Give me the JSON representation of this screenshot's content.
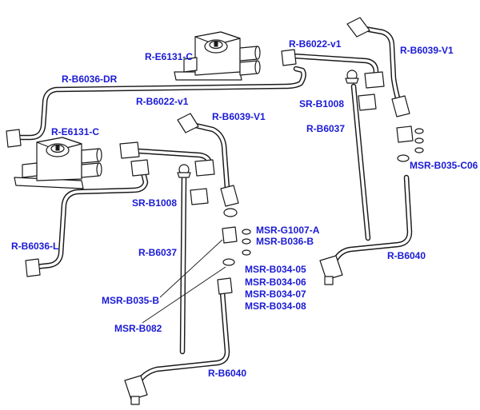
{
  "labels": [
    {
      "id": "r-e6131-c-top",
      "text": "R-E6131-C"
    },
    {
      "id": "r-b6022-v1-top",
      "text": "R-B6022-v1"
    },
    {
      "id": "r-b6039-v1-top",
      "text": "R-B6039-V1"
    },
    {
      "id": "r-b6036-dr",
      "text": "R-B6036-DR"
    },
    {
      "id": "r-b6022-v1-mid",
      "text": "R-B6022-v1"
    },
    {
      "id": "sr-b1008-right",
      "text": "SR-B1008"
    },
    {
      "id": "r-b6039-v1-mid",
      "text": "R-B6039-V1"
    },
    {
      "id": "r-b6037-right",
      "text": "R-B6037"
    },
    {
      "id": "r-e6131-c-left",
      "text": "R-E6131-C"
    },
    {
      "id": "msr-b035-c06",
      "text": "MSR-B035-C06"
    },
    {
      "id": "sr-b1008-left",
      "text": "SR-B1008"
    },
    {
      "id": "msr-g1007-a",
      "text": "MSR-G1007-A"
    },
    {
      "id": "msr-b036-b",
      "text": "MSR-B036-B"
    },
    {
      "id": "r-b6036-l",
      "text": "R-B6036-L"
    },
    {
      "id": "r-b6037-left",
      "text": "R-B6037"
    },
    {
      "id": "r-b6040-right",
      "text": "R-B6040"
    },
    {
      "id": "msr-b034-05",
      "text": "MSR-B034-05"
    },
    {
      "id": "msr-b034-06",
      "text": "MSR-B034-06"
    },
    {
      "id": "msr-b034-07",
      "text": "MSR-B034-07"
    },
    {
      "id": "msr-b034-08",
      "text": "MSR-B034-08"
    },
    {
      "id": "msr-b035-b",
      "text": "MSR-B035-B"
    },
    {
      "id": "msr-b082",
      "text": "MSR-B082"
    },
    {
      "id": "r-b6040-bottom",
      "text": "R-B6040"
    }
  ],
  "colors": {
    "label": "#1a1ad6",
    "line": "#1a1a1a",
    "background": "#ffffff"
  }
}
